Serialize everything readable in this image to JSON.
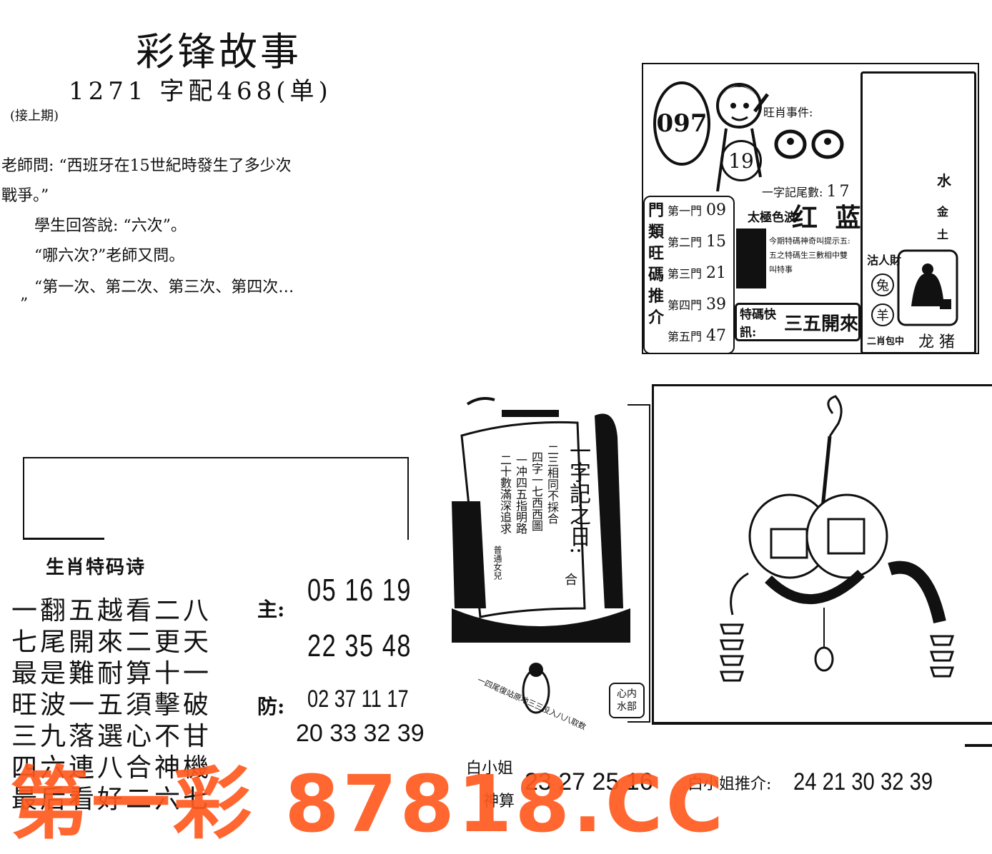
{
  "header": {
    "title": "彩锋故事",
    "issue_line": "1271 字配468(单)",
    "issue_note": "(接上期)"
  },
  "story": {
    "lines": [
      "老師問: “西班牙在15世紀時發生了多少次",
      "戰爭。”",
      "學生回答說: “六次”。",
      "“哪六次?”老師又問。",
      "“第一次、第二次、第三次、第四次…",
      "”"
    ]
  },
  "panel_top_right": {
    "badge": "097",
    "ball": "19",
    "door_heading": [
      "門",
      "類",
      "旺",
      "碼",
      "推",
      "介"
    ],
    "doors": [
      {
        "label": "第一門",
        "value": "09"
      },
      {
        "label": "第二門",
        "value": "15"
      },
      {
        "label": "第三門",
        "value": "21"
      },
      {
        "label": "第四門",
        "value": "39"
      },
      {
        "label": "第五門",
        "value": "47"
      }
    ],
    "wangxiao_label": "旺肖事件:",
    "mantissa_label": "一字記尾數:",
    "mantissa_value": "17",
    "color_label": "太極色波:",
    "color_value": "红 蓝",
    "small_text": "今期特碼神奇叫提示五:五之特碼生三數相中雙叫特事",
    "special_label": "特碼快訊:",
    "special_value": "三五開來",
    "side_labels": [
      "水",
      "金",
      "土"
    ],
    "side_ren": "沽人財",
    "side_zodiac1": "兔",
    "side_zodiac2": "羊",
    "bottom_label": "二肖包中",
    "bottom_value": "龙 猪"
  },
  "poem": {
    "title": "生肖特码诗",
    "lines": [
      "一翻五越看二八",
      "七尾開來二更天",
      "最是難耐算十一",
      "旺波一五須擊破",
      "三九落選心不甘",
      "四六連八合神機",
      "最后看好二六七"
    ]
  },
  "numbers": {
    "main_label": "主:",
    "main_row1": "05 16 19",
    "main_row2": "22 35 48",
    "defense_label": "防:",
    "defense_row1": "02 37 11 17",
    "defense_row2": "20 33 32 39"
  },
  "ship": {
    "sail_title": "一字記之日:",
    "sail_suffix": "合",
    "sail_cols": [
      "二三相同不採合",
      "四字一七西西圖",
      "一冲四五指明路",
      "二十數滿深追求"
    ],
    "sail_sign": "普通女兒",
    "bottom_arc": "一四尾復站原地三三投入八八取数",
    "corner_box": "心内 水部"
  },
  "bottom": {
    "calc_label_top": "白小姐",
    "calc_label_bottom": "神算",
    "calc_numbers": "23 27 25 16",
    "recommend_label": "白小姐推介:",
    "recommend_numbers": "24 21 30 32 39"
  },
  "watermark": "第一彩 87818.CC"
}
